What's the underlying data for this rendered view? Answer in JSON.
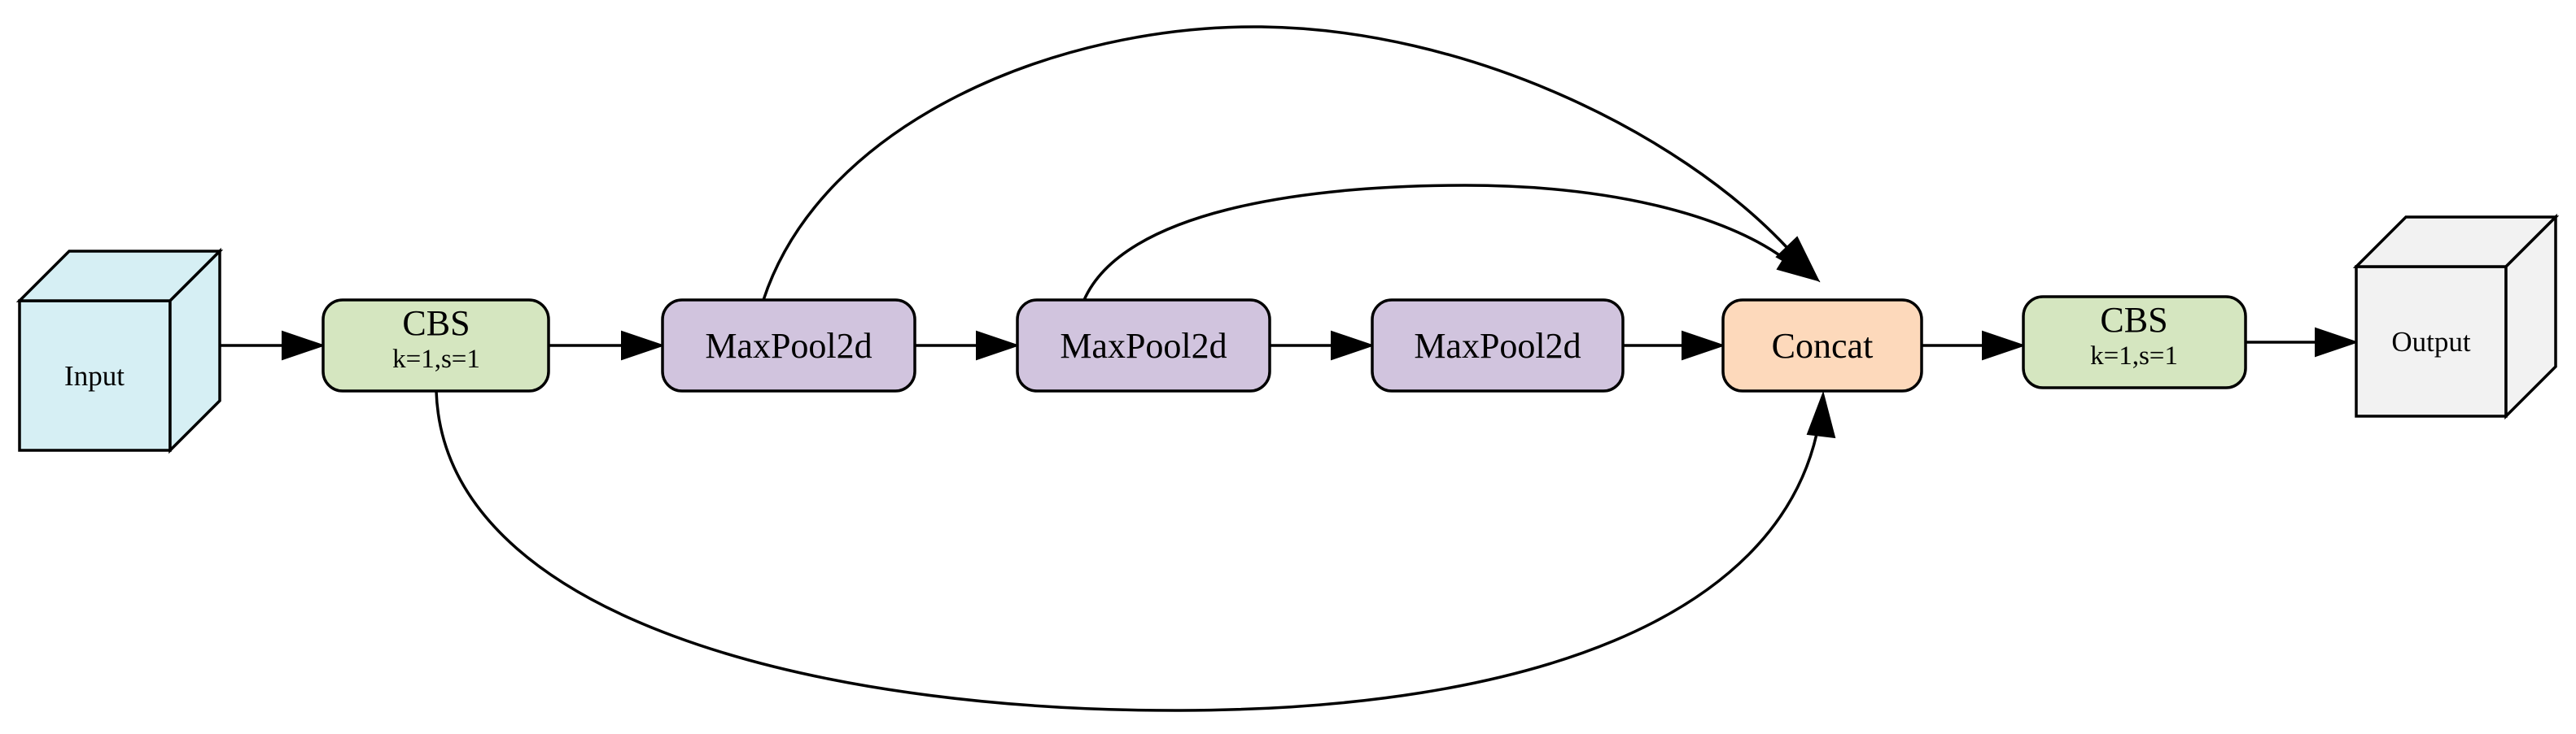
{
  "nodes": {
    "input": {
      "label": "Input",
      "color": "#d6eff4"
    },
    "cbs1": {
      "label": "CBS",
      "sublabel": "k=1,s=1",
      "color": "#d5e6c0"
    },
    "maxpool1": {
      "label": "MaxPool2d",
      "color": "#d1c4de"
    },
    "maxpool2": {
      "label": "MaxPool2d",
      "color": "#d1c4de"
    },
    "maxpool3": {
      "label": "MaxPool2d",
      "color": "#d1c4de"
    },
    "concat": {
      "label": "Concat",
      "color": "#fdd9bb"
    },
    "cbs2": {
      "label": "CBS",
      "sublabel": "k=1,s=1",
      "color": "#d5e6c0"
    },
    "output": {
      "label": "Output",
      "color": "#f2f2f2"
    }
  },
  "edges": [
    {
      "from": "input",
      "to": "cbs1"
    },
    {
      "from": "cbs1",
      "to": "maxpool1"
    },
    {
      "from": "maxpool1",
      "to": "maxpool2"
    },
    {
      "from": "maxpool2",
      "to": "maxpool3"
    },
    {
      "from": "maxpool3",
      "to": "concat"
    },
    {
      "from": "concat",
      "to": "cbs2"
    },
    {
      "from": "cbs2",
      "to": "output"
    },
    {
      "from": "maxpool1",
      "to": "concat"
    },
    {
      "from": "maxpool2",
      "to": "concat"
    },
    {
      "from": "cbs1",
      "to": "concat"
    }
  ]
}
